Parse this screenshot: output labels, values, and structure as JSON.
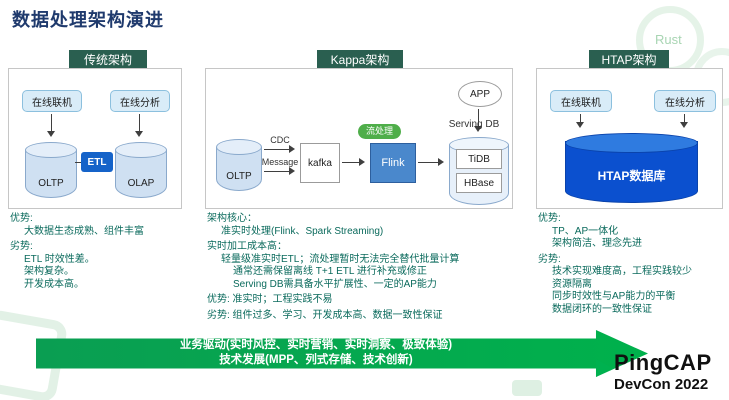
{
  "title": "数据处理架构演进",
  "columns": [
    {
      "header": "传统架构",
      "diagram": {
        "source_left": "在线联机",
        "source_right": "在线分析",
        "db_left": "OLTP",
        "db_right": "OLAP",
        "etl_label": "ETL"
      },
      "notes": [
        {
          "t": "优势:",
          "indent": 0
        },
        {
          "t": "大数据生态成熟、组件丰富",
          "indent": 1
        },
        {
          "t": "劣势:",
          "indent": 0
        },
        {
          "t": "ETL 时效性差。",
          "indent": 1
        },
        {
          "t": "架构复杂。",
          "indent": 1
        },
        {
          "t": "开发成本高。",
          "indent": 1
        }
      ]
    },
    {
      "header": "Kappa架构",
      "diagram": {
        "db": "OLTP",
        "cdc_label": "CDC",
        "message_label": "Message",
        "kafka_label": "kafka",
        "stream_tag": "流处理",
        "flink_label": "Flink",
        "serving_label": "Serving DB",
        "tidb_label": "TiDB",
        "hbase_label": "HBase",
        "app_label": "APP"
      },
      "notes": [
        {
          "t": "架构核心：",
          "indent": 0
        },
        {
          "t": "准实时处理(Flink、Spark Streaming)",
          "indent": 1
        },
        {
          "t": "实时加工成本高：",
          "indent": 0
        },
        {
          "t": "轻量级准实时ETL；流处理暂时无法完全替代批量计算",
          "indent": 1
        },
        {
          "t": "通常还需保留离线 T+1 ETL 进行补充或修正",
          "indent": 2
        },
        {
          "t": "Serving DB需具备水平扩展性、一定的AP能力",
          "indent": 2
        },
        {
          "t": "优势: 准实时；工程实践不易",
          "indent": 0
        },
        {
          "t": "劣势: 组件过多、学习、开发成本高、数据一致性保证",
          "indent": 0
        }
      ]
    },
    {
      "header": "HTAP架构",
      "diagram": {
        "source_left": "在线联机",
        "source_right": "在线分析",
        "htap_label": "HTAP数据库"
      },
      "notes": [
        {
          "t": "优势:",
          "indent": 0
        },
        {
          "t": "TP、AP一体化",
          "indent": 1
        },
        {
          "t": "架构简洁、理念先进",
          "indent": 1
        },
        {
          "t": "劣势:",
          "indent": 0
        },
        {
          "t": "技术实现难度高，工程实践较少",
          "indent": 1
        },
        {
          "t": "资源隔离",
          "indent": 1
        },
        {
          "t": "同步时效性与AP能力的平衡",
          "indent": 1
        },
        {
          "t": "数据闭环的一致性保证",
          "indent": 1
        }
      ]
    }
  ],
  "bottom_arrow": {
    "line1": "业务驱动(实时风控、实时营销、实时洞察、极致体验)",
    "line2": "技术发展(MPP、列式存储、技术创新)"
  },
  "logo": {
    "brand": "PingCAP",
    "event": "DevCon 2022"
  },
  "decor": {
    "rust_text": "Rust"
  },
  "colors": {
    "header_bg": "#2a5f50",
    "title_color": "#1f3a6d",
    "note_color": "#0a6a5c",
    "etl_blue": "#1563c9",
    "flink_blue": "#4a88cc",
    "tag_green": "#4fae4a",
    "htap_top": "#2f7be0",
    "htap_body": "#0b50cf",
    "arrow_a": "#0a9e52",
    "arrow_b": "#00b14c",
    "logo_green": "#00b14f",
    "pill_bg": "#d9ecf8",
    "pill_border": "#8cc0de",
    "cyl_bg": "#cfe0f2",
    "cyl_top": "#e4eef9",
    "cyl_border": "#8aa9cc"
  }
}
